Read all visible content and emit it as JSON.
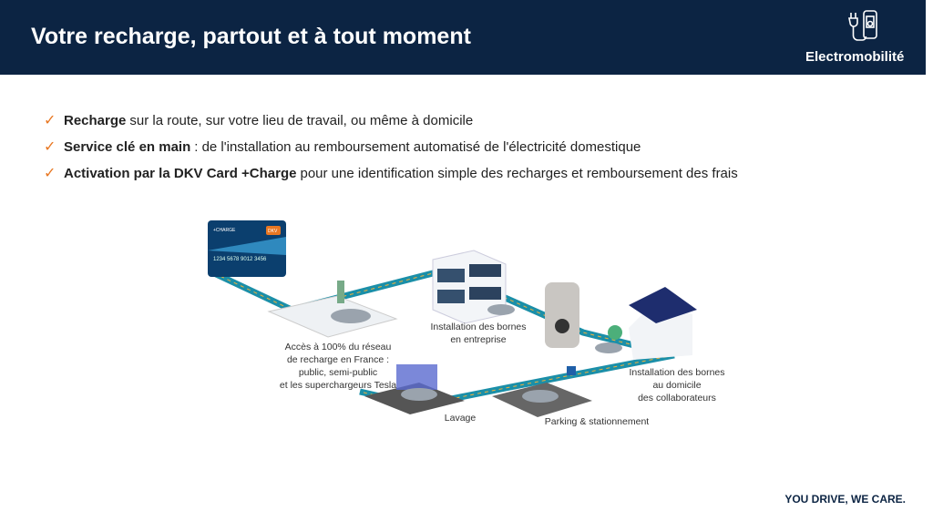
{
  "header": {
    "title": "Votre recharge, partout et à tout moment",
    "badge": "Electromobilité",
    "badge_icon": "ev-charger-icon"
  },
  "bullets": [
    {
      "bold": "Recharge",
      "text": "sur la route, sur votre lieu de travail, ou même à domicile"
    },
    {
      "bold": "Service clé en main",
      "text": ": de l'installation au remboursement automatisé de l'électricité domestique"
    },
    {
      "bold": "Activation par la DKV Card +Charge",
      "text": "pour une identification simple des recharges et remboursement des frais"
    }
  ],
  "illustration": {
    "labels": {
      "network": [
        "Accès à 100% du réseau",
        "de recharge en France :",
        "public, semi-public",
        "et les superchargeurs Tesla"
      ],
      "company": [
        "Installation des bornes",
        "en entreprise"
      ],
      "home": [
        "Installation des bornes",
        "au domicile",
        "des collaborateurs"
      ],
      "wash": "Lavage",
      "parking": "Parking & stationnement"
    },
    "card": {
      "brand": "+CHARGE",
      "logo": "DKV",
      "number": "1234 5678 9012 3456"
    }
  },
  "footer": {
    "tagline": "YOU DRIVE, WE CARE."
  },
  "colors": {
    "navy": "#0c2443",
    "orange": "#e87722",
    "road": "#1b8fa8"
  }
}
